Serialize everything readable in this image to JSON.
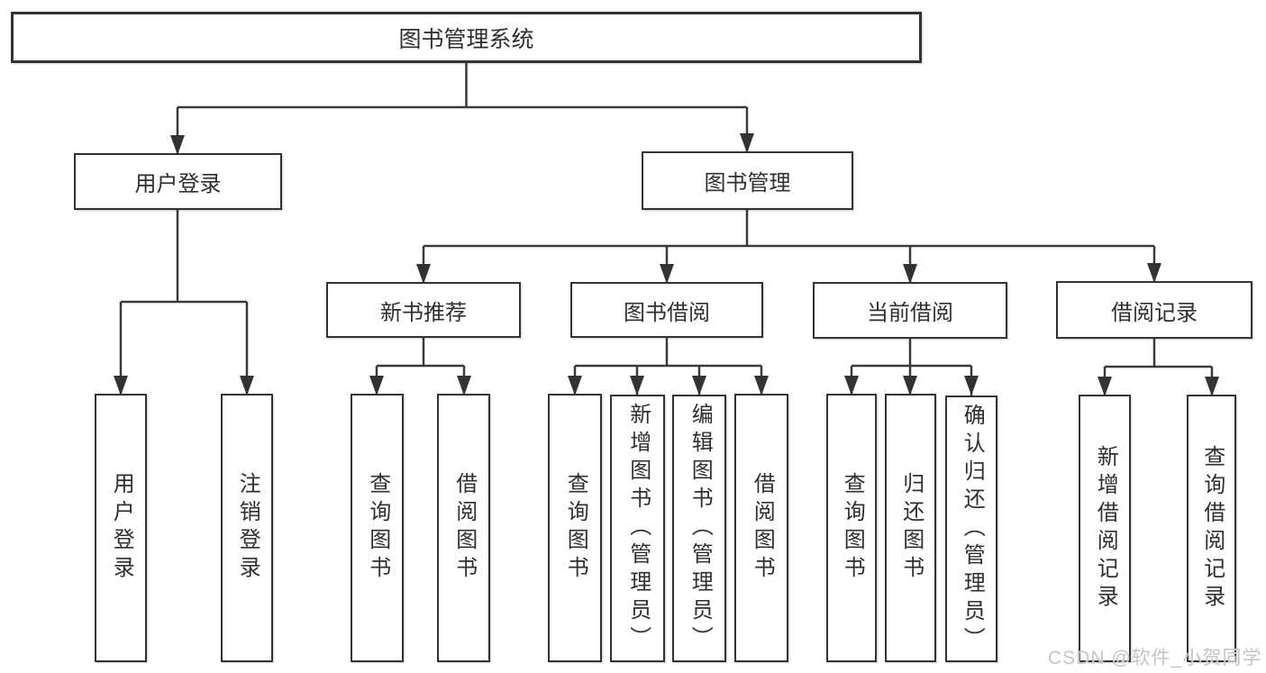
{
  "diagram": {
    "root": {
      "label": "图书管理系统"
    },
    "level2": [
      {
        "label": "用户登录"
      },
      {
        "label": "图书管理"
      }
    ],
    "level3": [
      {
        "label": "新书推荐"
      },
      {
        "label": "图书借阅"
      },
      {
        "label": "当前借阅"
      },
      {
        "label": "借阅记录"
      }
    ],
    "leaves": {
      "login": [
        "用户登录",
        "注销登录"
      ],
      "newbook": [
        "查询图书",
        "借阅图书"
      ],
      "borrow": [
        "查询图书",
        "新增图书（管理员）",
        "编辑图书（管理员）",
        "借阅图书"
      ],
      "current": [
        "查询图书",
        "归还图书",
        "确认归还（管理员）"
      ],
      "records": [
        "新增借阅记录",
        "查询借阅记录"
      ]
    }
  },
  "watermark": "CSDN @软件_小贺同学",
  "colors": {
    "line": "#3a3a3a",
    "box_border": "#333333",
    "text": "#2f2f2f",
    "watermark": "#c4c4c4",
    "background": "#ffffff"
  }
}
